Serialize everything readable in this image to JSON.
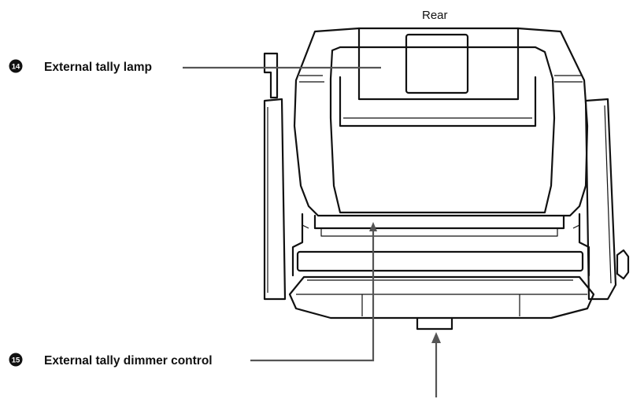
{
  "view_label": "Rear",
  "callouts": [
    {
      "number": "14",
      "label": "External tally lamp"
    },
    {
      "number": "15",
      "label": "External tally dimmer control"
    }
  ],
  "colors": {
    "line": "#111111",
    "leader": "#555555",
    "badge": "#111111",
    "background": "#ffffff"
  }
}
